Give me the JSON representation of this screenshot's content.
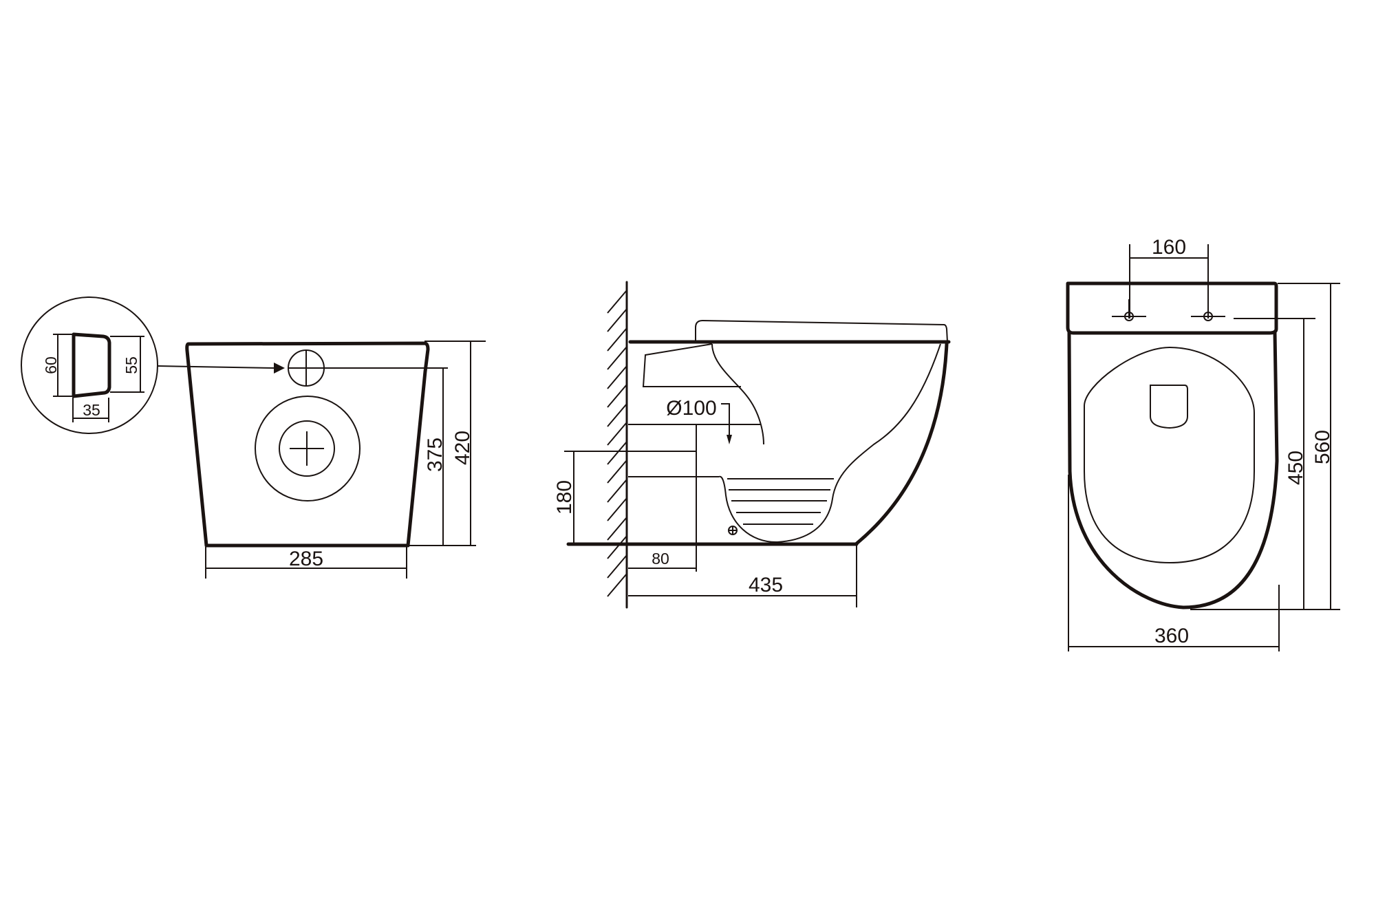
{
  "drawing": {
    "views": [
      "detail-outlet",
      "front-view",
      "side-view",
      "top-view"
    ],
    "units": "mm",
    "line_color": "#1a1311",
    "background": "#ffffff"
  },
  "detail_outlet": {
    "dim_height_left": "60",
    "dim_height_right": "55",
    "dim_width": "35"
  },
  "front_view": {
    "dim_width": "285",
    "dim_inlet_height": "375",
    "dim_total_height": "420"
  },
  "side_view": {
    "dim_outlet_diameter": "Ø100",
    "dim_outlet_height": "180",
    "dim_outlet_from_wall": "80",
    "dim_depth": "435"
  },
  "top_view": {
    "dim_bolt_spacing": "160",
    "dim_bolt_to_front": "450",
    "dim_total_length": "560",
    "dim_width": "360"
  }
}
